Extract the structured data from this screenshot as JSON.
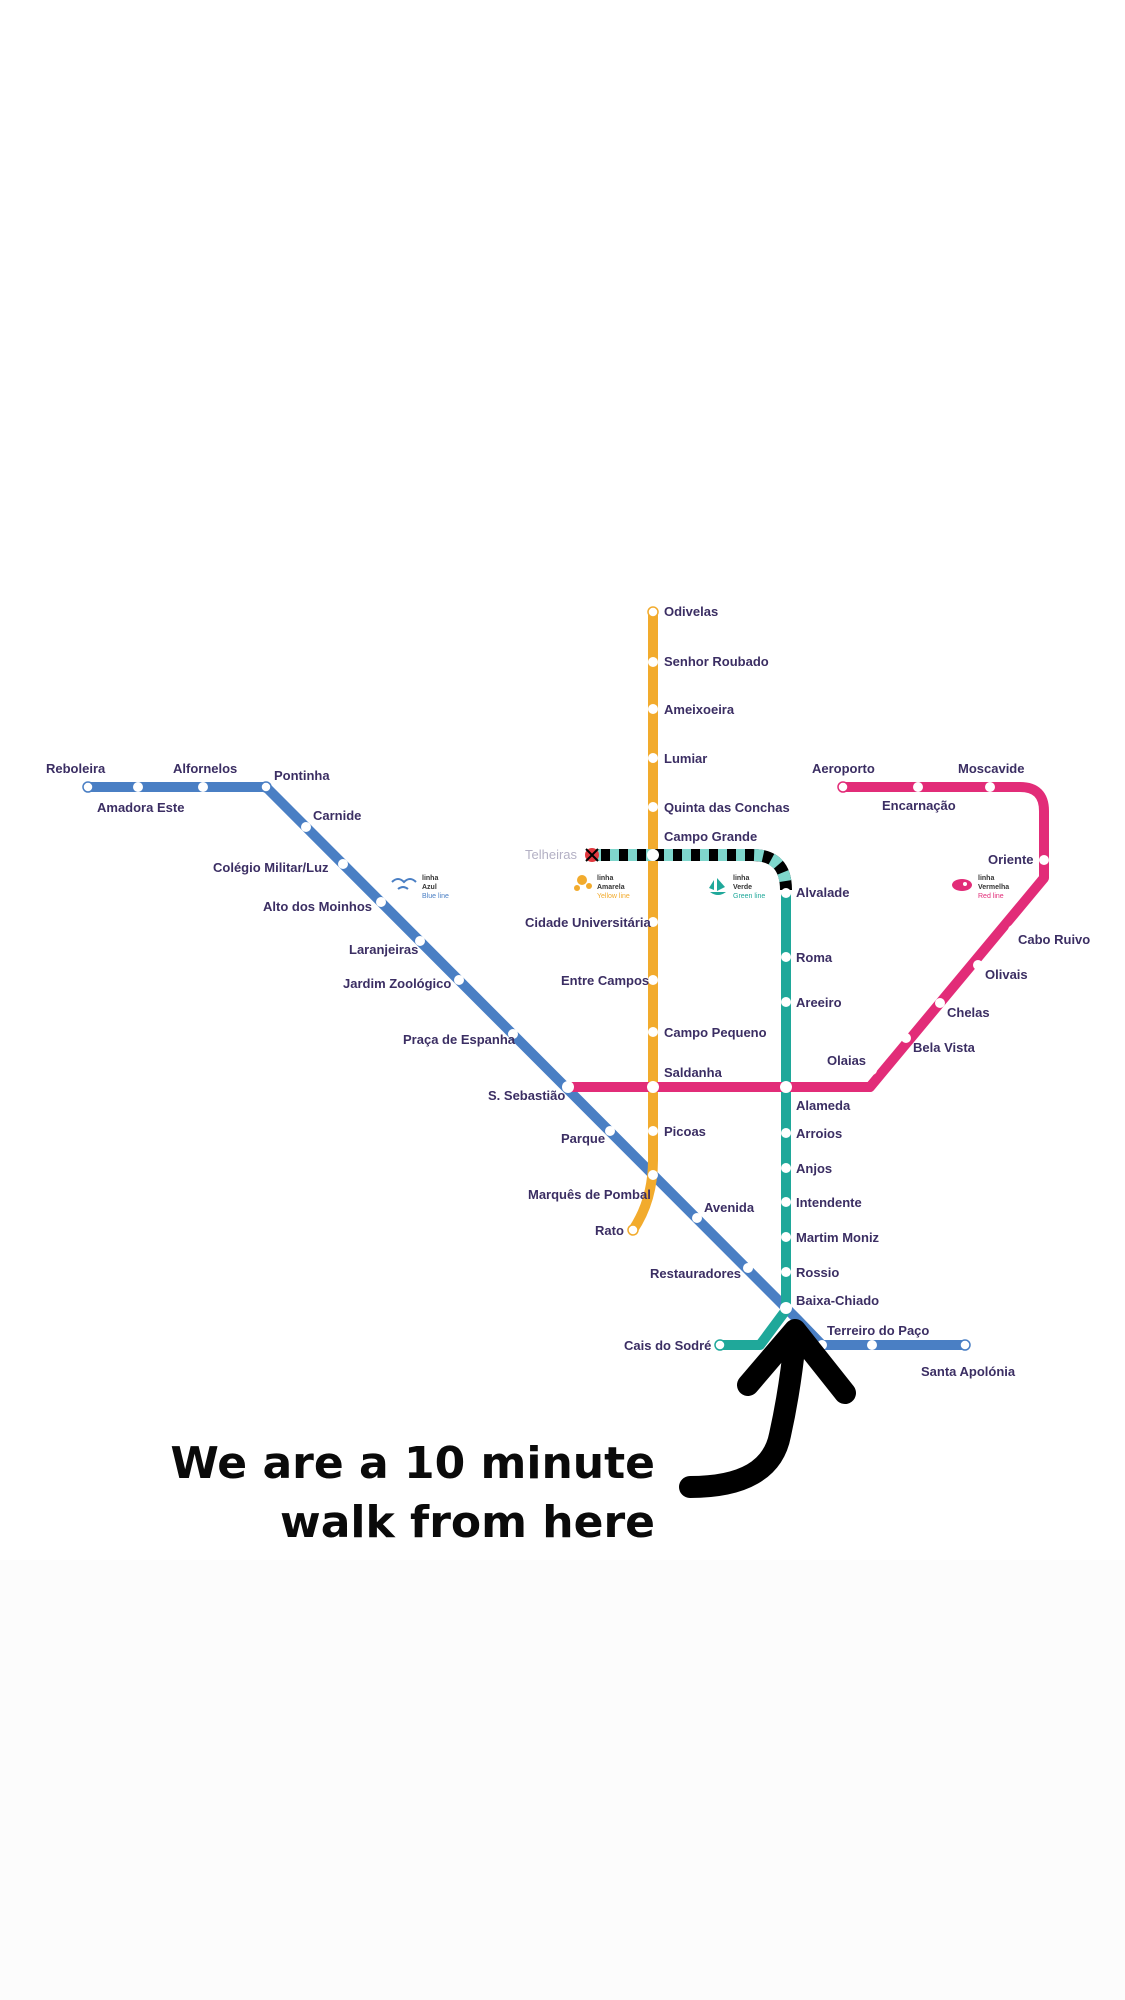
{
  "colors": {
    "blue": "#4a7fc4",
    "yellow": "#f2ab2d",
    "green": "#1fa89a",
    "red": "#e22c78",
    "label": "#3b2e63"
  },
  "legend": {
    "blue": {
      "small": "linha",
      "name": "Azul",
      "en": "Blue line",
      "icon": "seagull-icon"
    },
    "yellow": {
      "small": "linha",
      "name": "Amarela",
      "en": "Yellow line",
      "icon": "sunflower-icon"
    },
    "green": {
      "small": "linha",
      "name": "Verde",
      "en": "Green line",
      "icon": "caravel-icon"
    },
    "red": {
      "small": "linha",
      "name": "Vermelha",
      "en": "Red line",
      "icon": "compass-icon"
    }
  },
  "stations": {
    "reboleira": "Reboleira",
    "amadora_este": "Amadora Este",
    "alfornelos": "Alfornelos",
    "pontinha": "Pontinha",
    "carnide": "Carnide",
    "colegio_militar": "Colégio Militar/Luz",
    "alto_dos_moinhos": "Alto dos Moinhos",
    "laranjeiras": "Laranjeiras",
    "jardim_zoologico": "Jardim Zoológico",
    "praca_de_espanha": "Praça de Espanha",
    "s_sebastiao": "S. Sebastião",
    "parque": "Parque",
    "marques_de_pombal": "Marquês de Pombal",
    "avenida": "Avenida",
    "restauradores": "Restauradores",
    "baixa_chiado": "Baixa-Chiado",
    "terreiro_do_paco": "Terreiro do Paço",
    "santa_apolonia": "Santa Apolónia",
    "odivelas": "Odivelas",
    "senhor_roubado": "Senhor Roubado",
    "ameixoeira": "Ameixoeira",
    "lumiar": "Lumiar",
    "quinta_das_conchas": "Quinta das Conchas",
    "campo_grande": "Campo Grande",
    "telheiras": "Telheiras",
    "cidade_universitaria": "Cidade Universitária",
    "entre_campos": "Entre Campos",
    "campo_pequeno": "Campo Pequeno",
    "saldanha": "Saldanha",
    "picoas": "Picoas",
    "rato": "Rato",
    "alvalade": "Alvalade",
    "roma": "Roma",
    "areeiro": "Areeiro",
    "alameda": "Alameda",
    "arroios": "Arroios",
    "anjos": "Anjos",
    "intendente": "Intendente",
    "martim_moniz": "Martim Moniz",
    "rossio": "Rossio",
    "cais_do_sodre": "Cais do Sodré",
    "aeroporto": "Aeroporto",
    "encarnacao": "Encarnação",
    "moscavide": "Moscavide",
    "oriente": "Oriente",
    "cabo_ruivo": "Cabo Ruivo",
    "olivais": "Olivais",
    "chelas": "Chelas",
    "bela_vista": "Bela Vista",
    "olaias": "Olaias"
  },
  "annotation": {
    "line1": "We are a 10 minute",
    "line2": "walk from here",
    "arrow_icon": "curved-arrow-icon"
  }
}
